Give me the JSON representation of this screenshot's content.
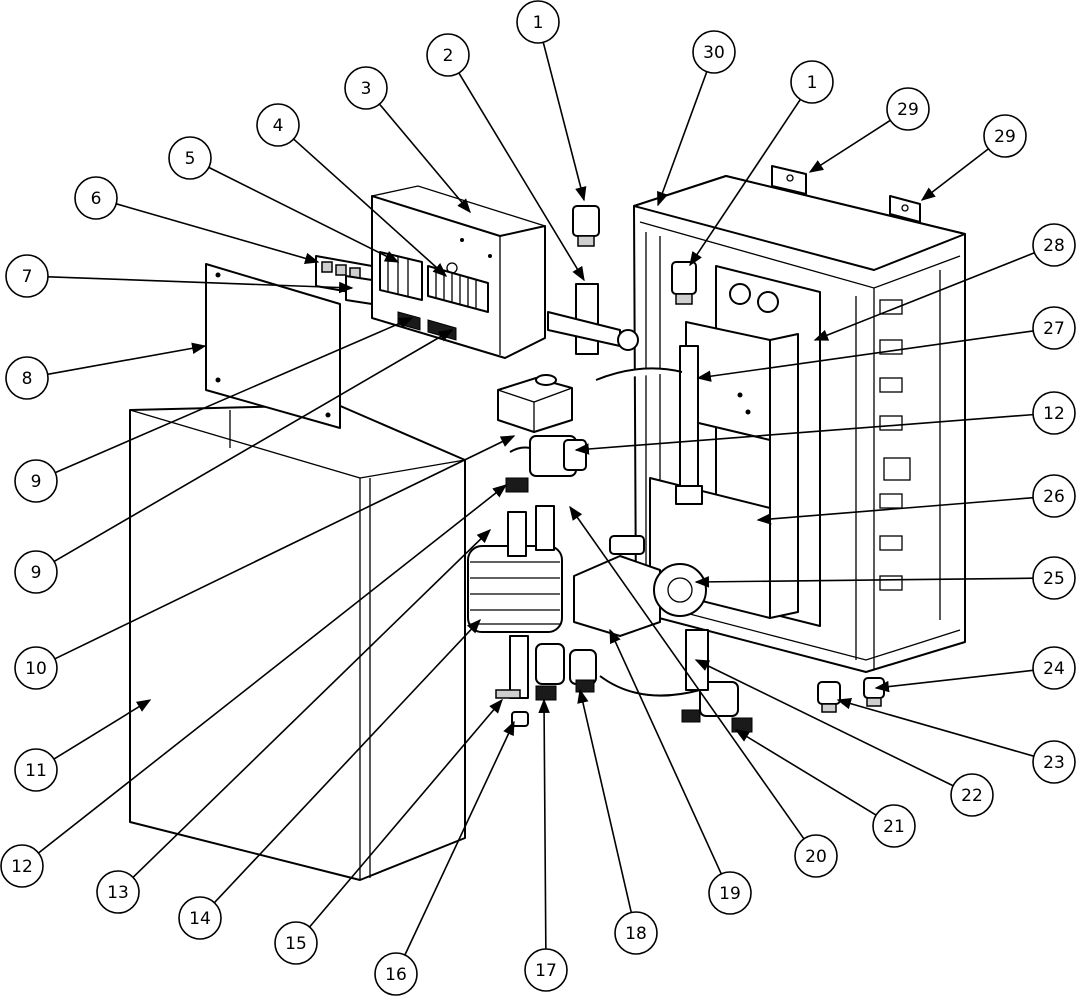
{
  "callouts": [
    {
      "label": "1"
    },
    {
      "label": "2"
    },
    {
      "label": "30"
    },
    {
      "label": "1"
    },
    {
      "label": "3"
    },
    {
      "label": "29"
    },
    {
      "label": "29"
    },
    {
      "label": "4"
    },
    {
      "label": "5"
    },
    {
      "label": "6"
    },
    {
      "label": "28"
    },
    {
      "label": "7"
    },
    {
      "label": "27"
    },
    {
      "label": "8"
    },
    {
      "label": "12"
    },
    {
      "label": "9"
    },
    {
      "label": "26"
    },
    {
      "label": "9"
    },
    {
      "label": "25"
    },
    {
      "label": "10"
    },
    {
      "label": "24"
    },
    {
      "label": "11"
    },
    {
      "label": "23"
    },
    {
      "label": "22"
    },
    {
      "label": "21"
    },
    {
      "label": "12"
    },
    {
      "label": "20"
    },
    {
      "label": "13"
    },
    {
      "label": "19"
    },
    {
      "label": "14"
    },
    {
      "label": "15"
    },
    {
      "label": "18"
    },
    {
      "label": "16"
    },
    {
      "label": "17"
    }
  ]
}
